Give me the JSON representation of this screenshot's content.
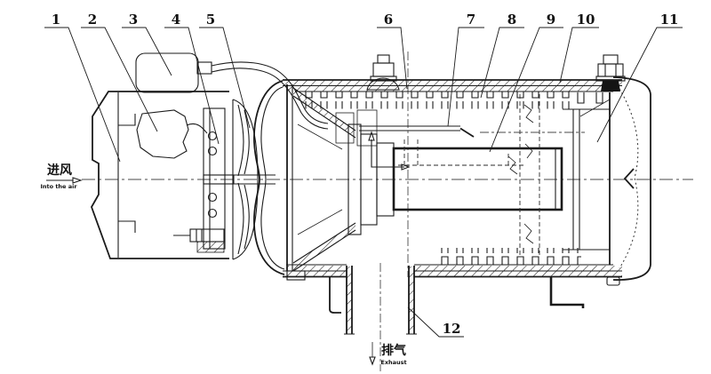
{
  "diagram": {
    "type": "sectional-engineering-drawing",
    "subject": "air parking heater cross-section"
  },
  "part_labels": [
    {
      "n": "1"
    },
    {
      "n": "2"
    },
    {
      "n": "3"
    },
    {
      "n": "4"
    },
    {
      "n": "5"
    },
    {
      "n": "6"
    },
    {
      "n": "7"
    },
    {
      "n": "8"
    },
    {
      "n": "9"
    },
    {
      "n": "10"
    },
    {
      "n": "11"
    },
    {
      "n": "12"
    }
  ],
  "annotations": {
    "inlet_cn": "进风",
    "inlet_en": "Into the air",
    "exhaust_cn": "排气",
    "exhaust_en": "Exhaust"
  },
  "colors": {
    "hatch_teal": "#5fbdb4",
    "flow_magenta": "#e05fe0",
    "fuel_red": "#f08c8c",
    "ink": "#1b1b1b"
  }
}
